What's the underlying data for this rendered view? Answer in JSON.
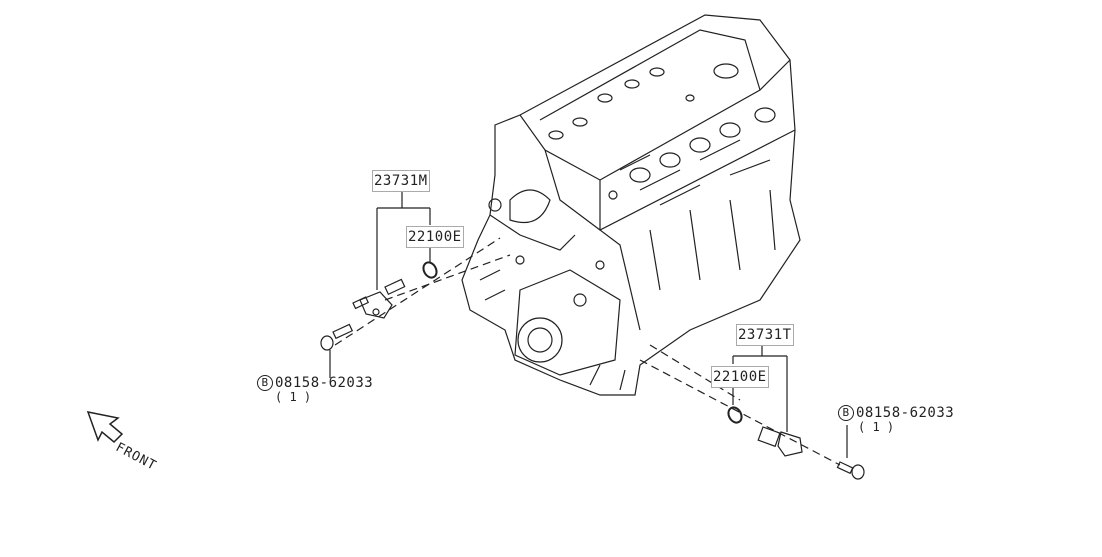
{
  "parts": {
    "sensor_left": "23731M",
    "oring_left": "22100E",
    "bolt_left": "08158-62033",
    "bolt_left_qty": "( 1 )",
    "sensor_right": "23731T",
    "oring_right": "22100E",
    "bolt_right": "08158-62033",
    "bolt_right_qty": "( 1 )",
    "bolt_marker": "B"
  },
  "direction": {
    "label": "FRONT"
  },
  "colors": {
    "line": "#222222",
    "label_border": "#aaaaaa"
  }
}
